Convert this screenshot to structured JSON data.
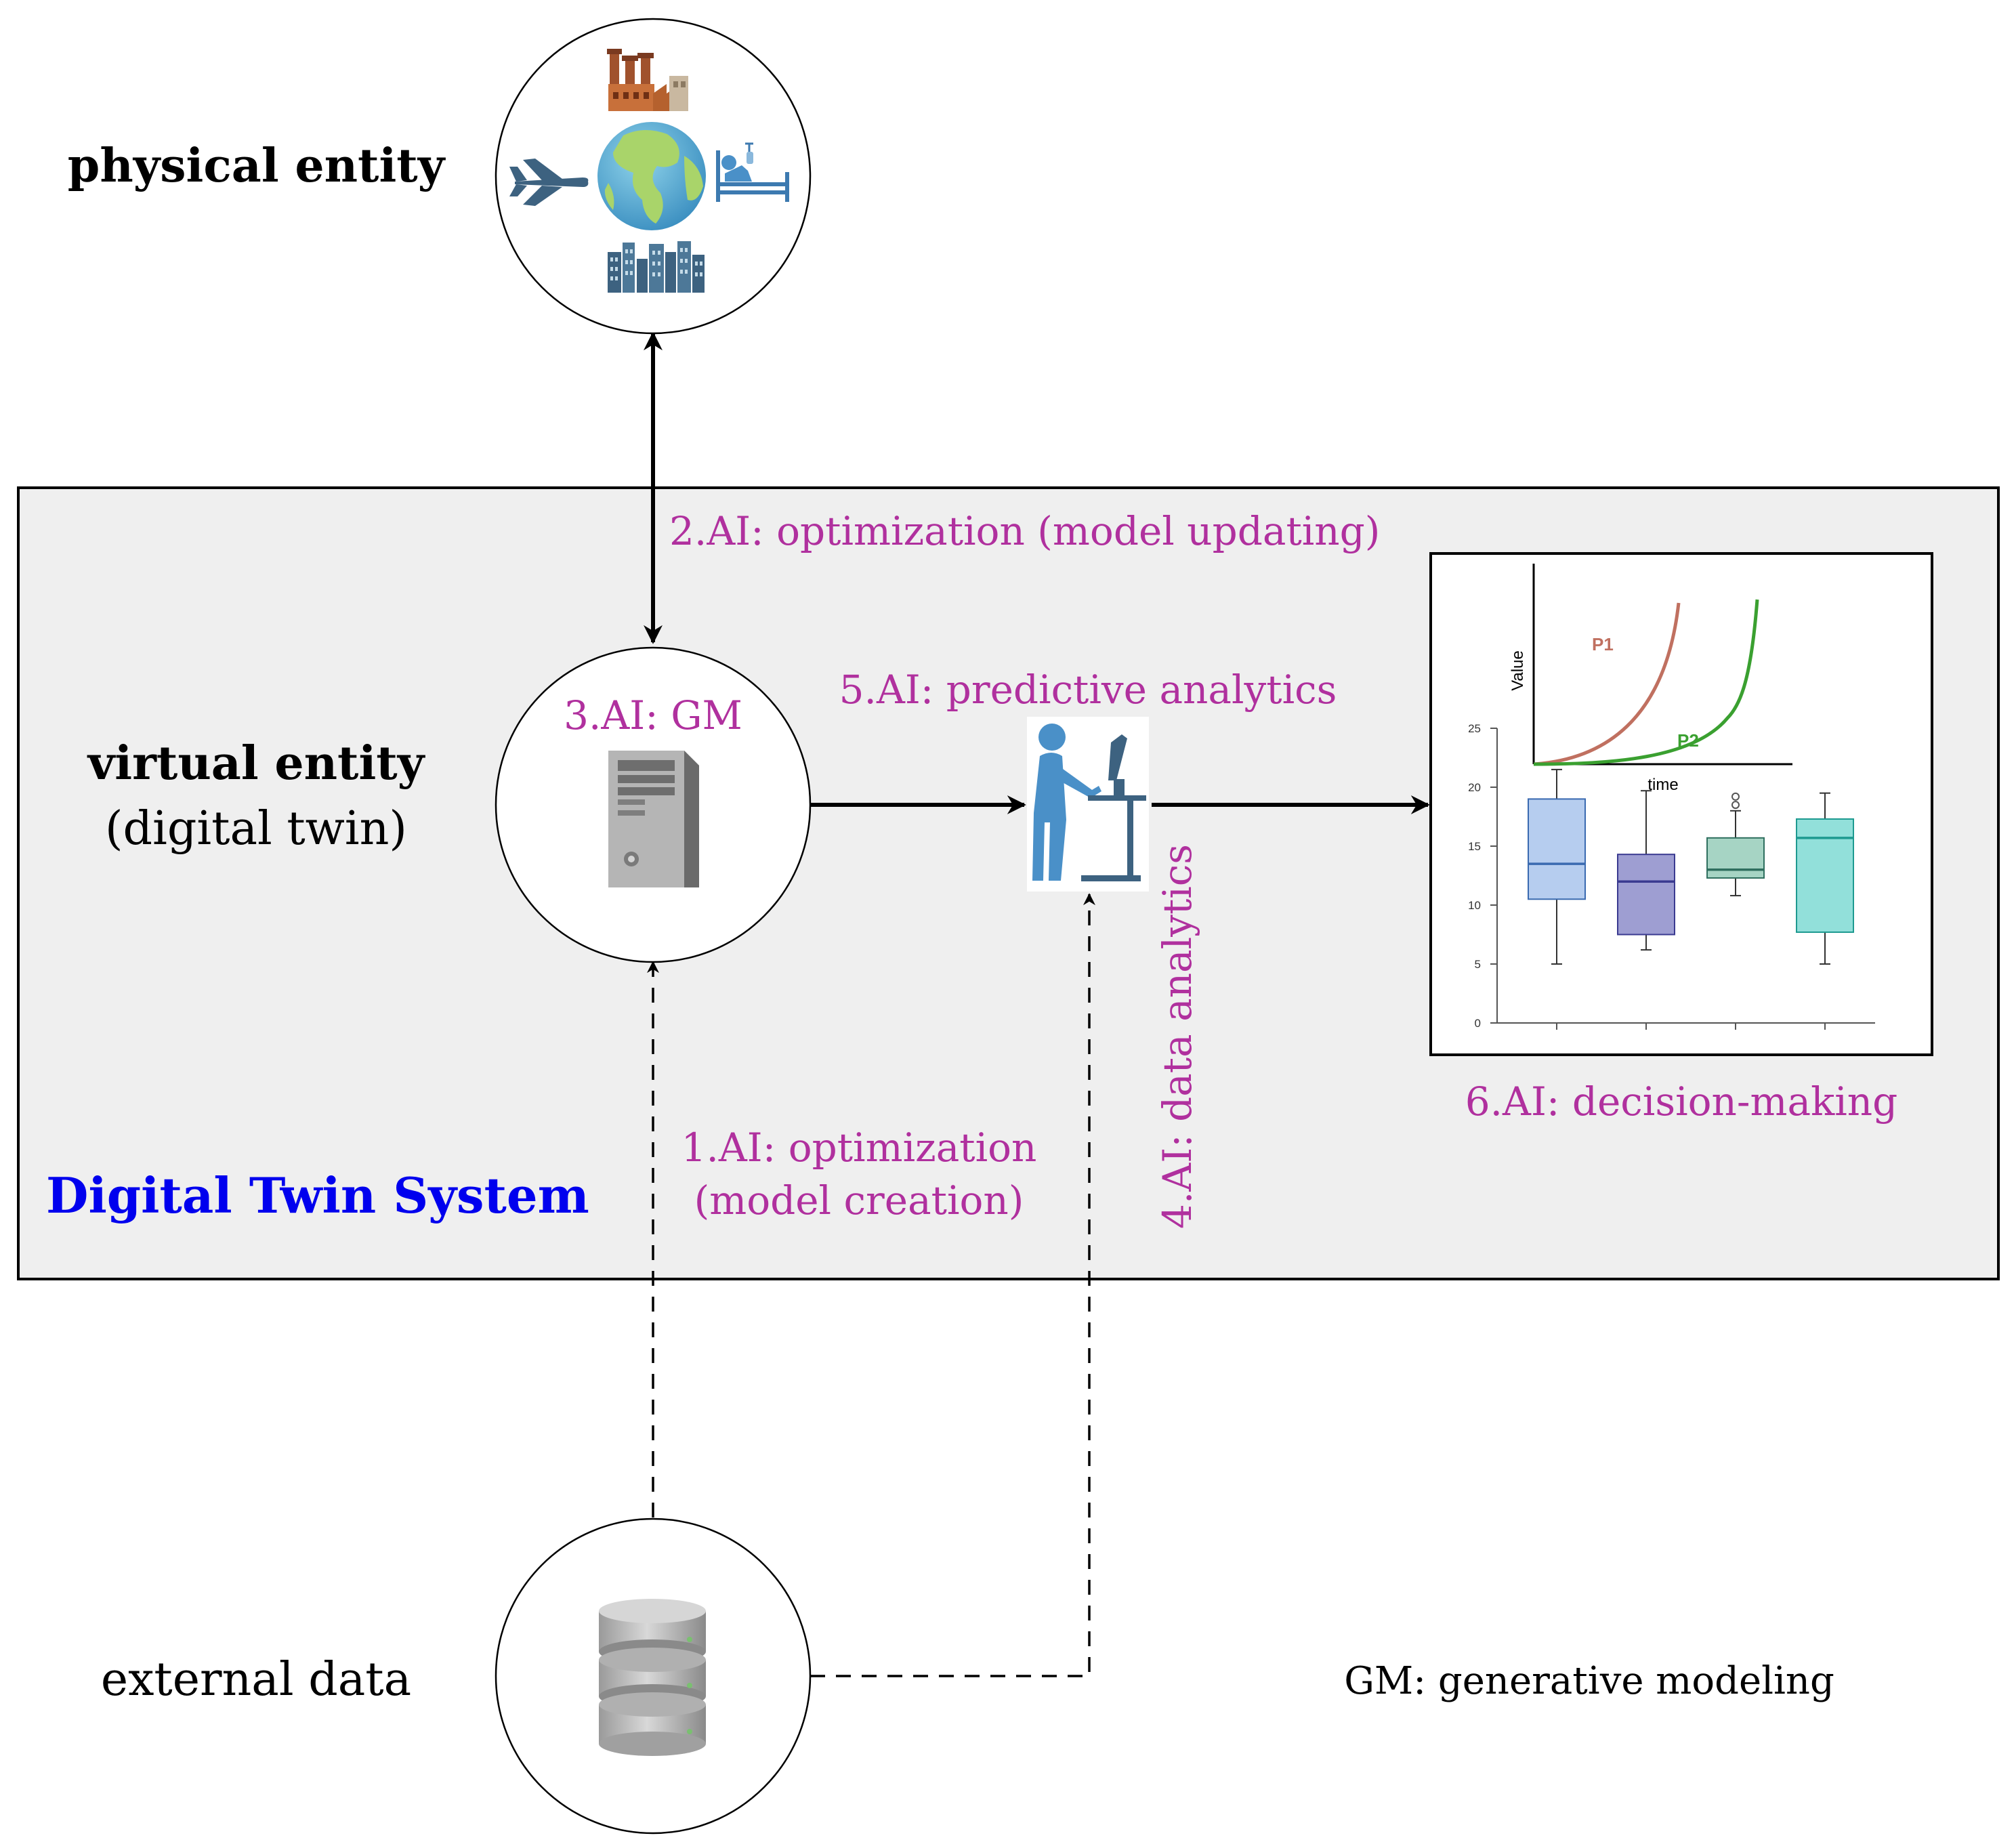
{
  "labels": {
    "physical_entity": "physical entity",
    "virtual_entity": "virtual entity",
    "digital_twin": "(digital twin)",
    "external_data": "external data",
    "system_title": "Digital Twin System",
    "gm_legend": "GM: generative modeling"
  },
  "steps": {
    "s1_line1": "1.AI: optimization",
    "s1_line2": "(model creation)",
    "s2": "2.AI: optimization (model updating)",
    "s3": "3.AI: GM",
    "s4": "4.AI: data analytics",
    "s5": "5.AI: predictive analytics",
    "s6": "6.AI: decision-making"
  },
  "colors": {
    "accent_magenta": "#b0309e",
    "title_blue": "#0000ee",
    "system_fill": "#efefef"
  },
  "icons": [
    "factory-icon",
    "airplane-icon",
    "globe-icon",
    "hospital-bed-icon",
    "city-buildings-icon",
    "server-tower-icon",
    "standing-desk-worker-icon",
    "database-icon"
  ],
  "chart_data": [
    {
      "type": "line",
      "xlabel": "time",
      "ylabel": "Value",
      "series": [
        {
          "name": "P1",
          "color": "#c07060"
        },
        {
          "name": "P2",
          "color": "#3aa030"
        }
      ]
    },
    {
      "type": "box",
      "yticks": [
        0,
        5,
        10,
        15,
        20,
        25
      ],
      "ylim": [
        0,
        25
      ],
      "boxes": [
        {
          "min": 5,
          "q1": 10.5,
          "median": 13.5,
          "q3": 19,
          "max": 21.5,
          "fill": "#b6cdef",
          "line": "#3a6ab0"
        },
        {
          "min": 6.2,
          "q1": 7.5,
          "median": 12,
          "q3": 14.3,
          "max": 19.7,
          "fill": "#9e9ed2",
          "line": "#3a3a90"
        },
        {
          "min": 10.8,
          "q1": 12.3,
          "median": 13,
          "q3": 15.7,
          "max": 18,
          "fill": "#a6d4c4",
          "line": "#2f6f5f",
          "outliers": [
            18.5,
            19.2
          ]
        },
        {
          "min": 5,
          "q1": 7.7,
          "median": 15.7,
          "q3": 17.3,
          "max": 19.5,
          "fill": "#92e0da",
          "line": "#1e9a90"
        }
      ]
    }
  ]
}
